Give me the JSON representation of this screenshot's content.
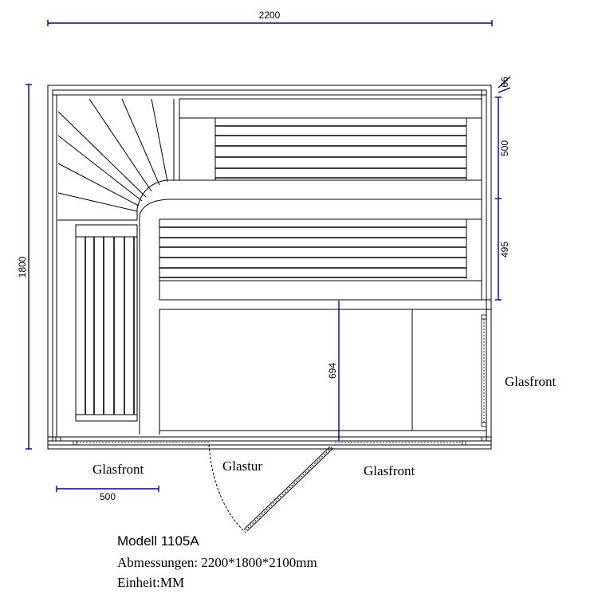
{
  "dimensions": {
    "width_total": "2200",
    "height_total": "1800",
    "top_strip": "66",
    "upper_bench": "500",
    "lower_bench": "495",
    "inner_depth": "694",
    "glass_section": "500"
  },
  "labels": {
    "glass_front_left": "Glasfront",
    "glass_door": "Glastur",
    "glass_front_right": "Glasfront",
    "glass_front_side": "Glasfront"
  },
  "info": {
    "model": "Modell 1105A",
    "size_line": "Abmessungen: 2200*1800*2100mm",
    "unit_line": "Einheit:MM"
  },
  "colors": {
    "dimension_line": "#0000aa",
    "drawing_line": "#000000"
  }
}
